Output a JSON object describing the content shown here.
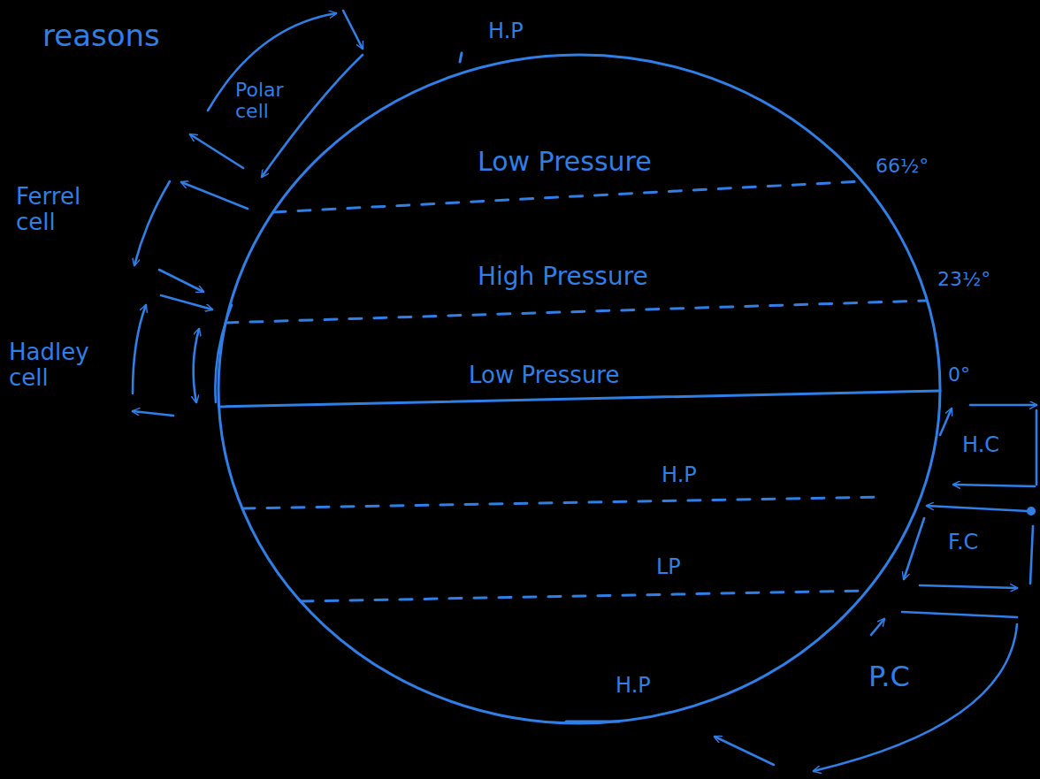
{
  "diagram": {
    "labels": [
      "reasons",
      "H.P",
      "Polar cell",
      "Low Pressure",
      "66½°",
      "Ferrel cell",
      "High Pressure",
      "23½°",
      "Hadley cell",
      "Low Pressure",
      "0°",
      "H.C",
      "H.P",
      "F.C",
      "LP",
      "P.C",
      "H.P"
    ]
  }
}
